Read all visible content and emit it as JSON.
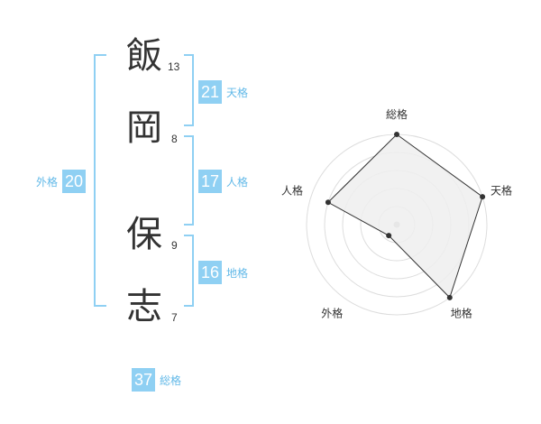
{
  "name": {
    "chars": [
      "飯",
      "岡",
      "保",
      "志"
    ],
    "strokes": [
      "13",
      "8",
      "9",
      "7"
    ]
  },
  "fortunes": {
    "tenkaku": {
      "value": "21",
      "label": "天格"
    },
    "jinkaku": {
      "value": "17",
      "label": "人格"
    },
    "chikaku": {
      "value": "16",
      "label": "地格"
    },
    "gaikaku": {
      "value": "20",
      "label": "外格"
    },
    "soukaku": {
      "value": "37",
      "label": "総格"
    }
  },
  "chart_data": {
    "type": "radar",
    "axes": [
      "総格",
      "天格",
      "地格",
      "外格",
      "人格"
    ],
    "values": [
      1.0,
      1.0,
      1.0,
      0.15,
      0.8
    ],
    "rings": 5,
    "colors": {
      "fill": "#efefef",
      "stroke": "#333333",
      "grid": "#dddddd",
      "center": "#bbbbbb"
    }
  },
  "colors": {
    "accent": "#8fd0f3",
    "accent_text": "#62b9e8"
  }
}
